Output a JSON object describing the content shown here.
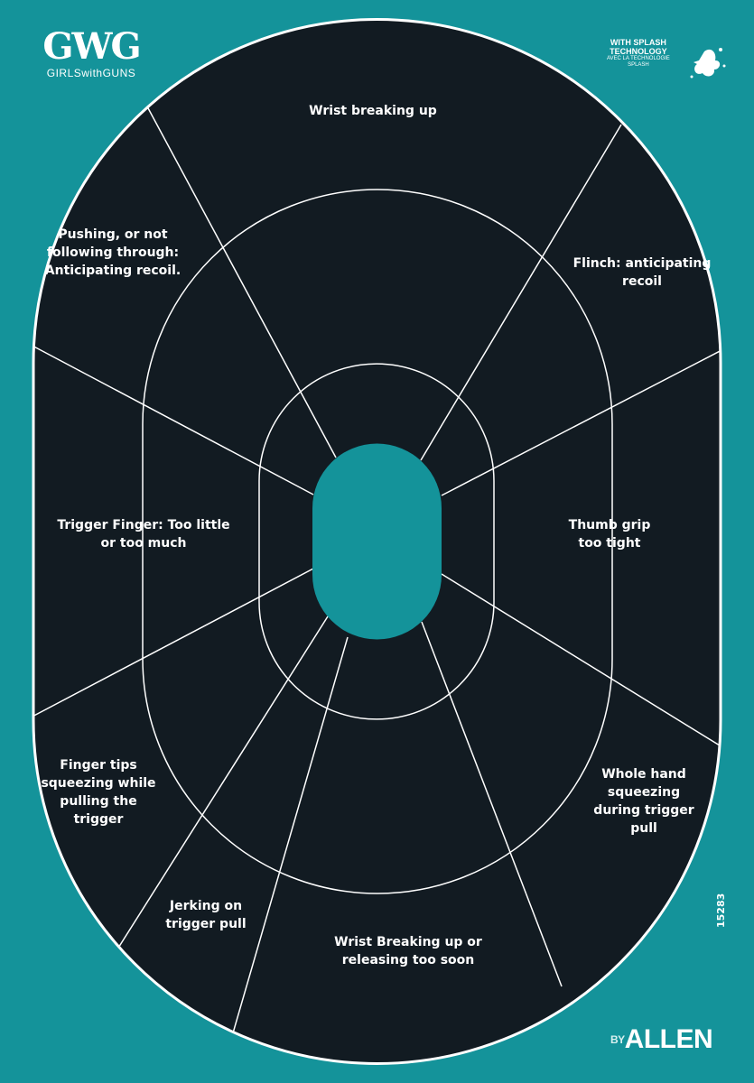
{
  "colors": {
    "background": "#14939a",
    "target": "#121b22",
    "lines": "#ffffff",
    "center": "#14939a"
  },
  "brand": {
    "logo_main": "GWG",
    "logo_sub": "GIRLSwithGUNS"
  },
  "splash": {
    "line1": "WITH SPLASH",
    "line2": "TECHNOLOGY",
    "line3": "AVEC LA TECHNOLOGIE",
    "line4": "SPLASH"
  },
  "zones": {
    "top": "Wrist breaking up",
    "upper_left": [
      "Pushing, or not",
      "following through:",
      "Anticipating recoil."
    ],
    "upper_right": [
      "Flinch: anticipating",
      "recoil"
    ],
    "left": [
      "Trigger Finger: Too little",
      "or too much"
    ],
    "right": [
      "Thumb grip",
      "too tight"
    ],
    "lower_left": [
      "Finger tips",
      "squeezing while",
      "pulling the",
      "trigger"
    ],
    "lower_right": [
      "Whole hand",
      "squeezing",
      "during trigger",
      "pull"
    ],
    "bottom_left": [
      "Jerking on",
      "trigger pull"
    ],
    "bottom": [
      "Wrist Breaking up or",
      "releasing too soon"
    ]
  },
  "product_code": "15283",
  "maker": {
    "by": "BY",
    "name": "ALLEN"
  }
}
